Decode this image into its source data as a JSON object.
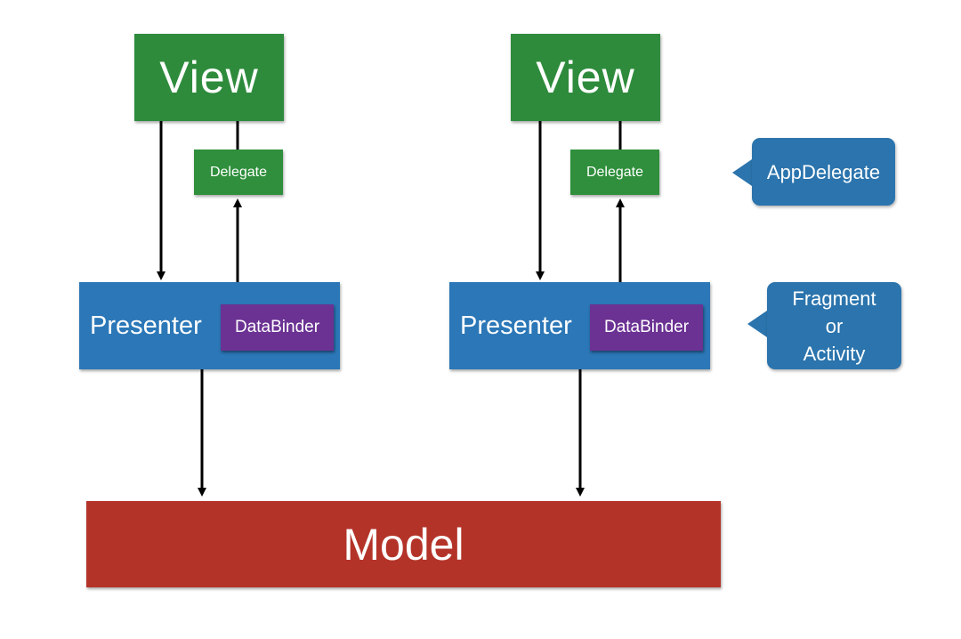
{
  "left": {
    "view_label": "View",
    "delegate_label": "Delegate",
    "presenter_label": "Presenter",
    "databinder_label": "DataBinder"
  },
  "right": {
    "view_label": "View",
    "delegate_label": "Delegate",
    "presenter_label": "Presenter",
    "databinder_label": "DataBinder"
  },
  "model_label": "Model",
  "callouts": {
    "app_delegate": "AppDelegate",
    "fragment_activity": [
      "Fragment",
      "or",
      "Activity"
    ]
  },
  "colors": {
    "view_green": "#2e8b3c",
    "presenter_blue": "#2b77b7",
    "databinder_purple": "#6b3293",
    "model_red": "#b43328",
    "callout_blue": "#2b74ad"
  }
}
